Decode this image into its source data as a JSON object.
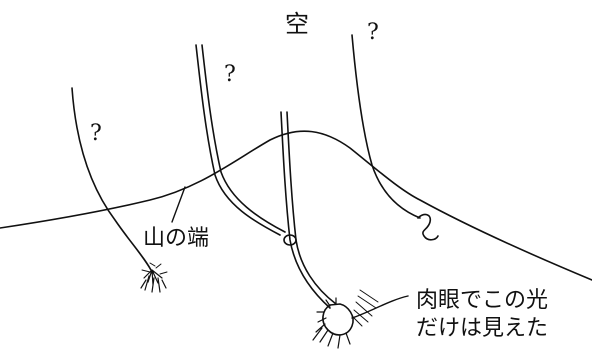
{
  "labels": {
    "sky": "空",
    "question_mark": "?",
    "mountain_edge": "山の端",
    "caption_line1": "肉眼でこの光",
    "caption_line2": "だけは見えた"
  },
  "colors": {
    "background": "#ffffff",
    "ink": "#111111"
  }
}
